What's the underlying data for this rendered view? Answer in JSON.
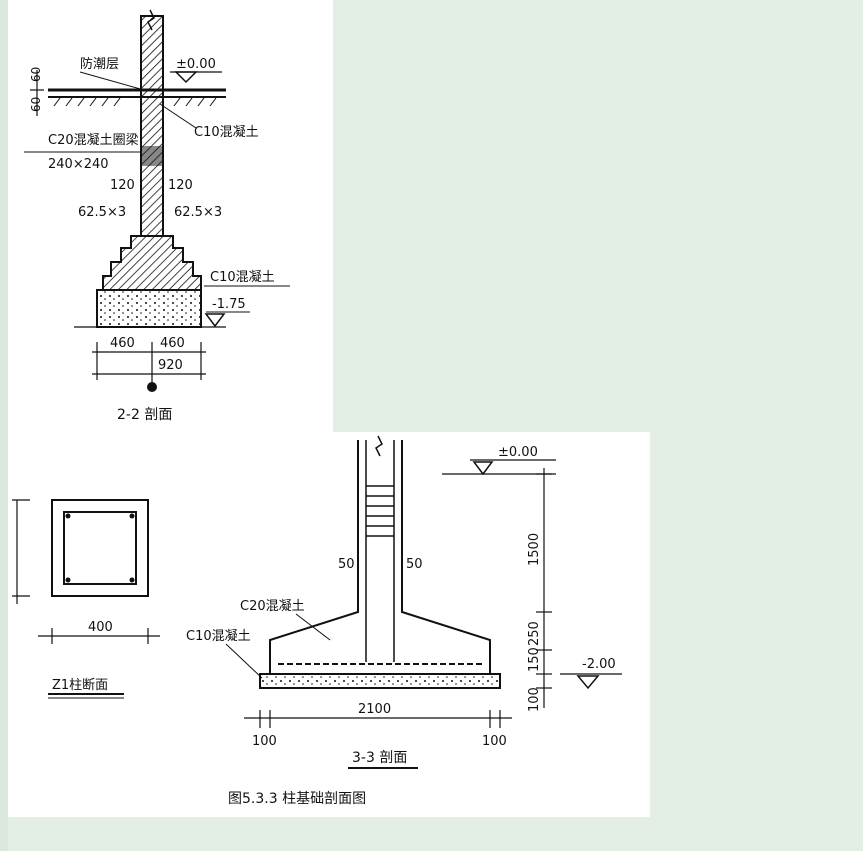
{
  "top_section": {
    "labels": {
      "moisture_layer": "防潮层",
      "level_zero": "±0.00",
      "c10_concrete_upper": "C10混凝土",
      "ring_beam": "C20混凝土圈梁",
      "ring_beam_size": "240×240",
      "dim_120_left": "120",
      "dim_120_right": "120",
      "step_left": "62.5×3",
      "step_right": "62.5×3",
      "c10_concrete_lower": "C10混凝土",
      "level_bottom": "-1.75",
      "dim_460_left": "460",
      "dim_460_right": "460",
      "dim_920": "920",
      "dim_v1": "60",
      "dim_v2": "60",
      "title": "2-2 剖面"
    }
  },
  "column_section": {
    "labels": {
      "width": "400",
      "title": "Z1柱断面"
    }
  },
  "footing_section": {
    "labels": {
      "level_zero": "±0.00",
      "dim_50_left": "50",
      "dim_50_right": "50",
      "c20_concrete": "C20混凝土",
      "c10_concrete": "C10混凝土",
      "dim_2100": "2100",
      "dim_100_left": "100",
      "dim_100_right": "100",
      "dim_1500": "1500",
      "dim_250": "250",
      "dim_150": "150",
      "dim_100_vertical": "100",
      "level_bottom": "-2.00",
      "title": "3-3 剖面"
    }
  },
  "figure_caption": "图5.3.3 柱基础剖面图"
}
